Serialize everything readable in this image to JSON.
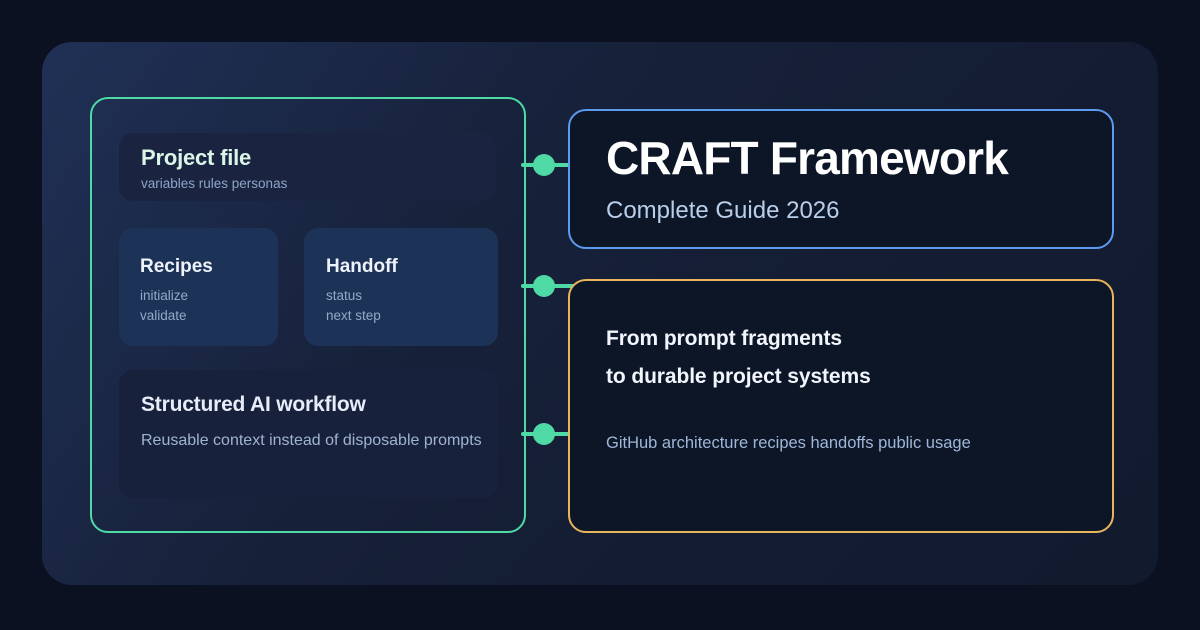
{
  "theme": {
    "background": "#0b1120",
    "panel_gradient_start": "#1a2746",
    "panel_gradient_end": "#121a2e",
    "accent_green": "#4fd9a5",
    "accent_blue": "#5b9bf0",
    "accent_orange": "#e8b45c",
    "card_dark": "#0c1627",
    "card_navy": "#1a2440",
    "card_navy_light": "#1d3257"
  },
  "left_group": {
    "project_card": {
      "title": "Project file",
      "subtitle": "variables rules personas"
    },
    "recipes_card": {
      "title": "Recipes",
      "lines": [
        "initialize",
        "validate"
      ]
    },
    "handoff_card": {
      "title": "Handoff",
      "lines": [
        "status",
        "next step"
      ]
    },
    "workflow_card": {
      "title": "Structured AI workflow",
      "subtitle": "Reusable context instead of disposable prompts"
    }
  },
  "connectors": [
    {
      "name": "connector-project-to-title"
    },
    {
      "name": "connector-recipes-to-pitch"
    },
    {
      "name": "connector-workflow-to-pitch"
    }
  ],
  "right_group": {
    "title_card": {
      "title": "CRAFT Framework",
      "subtitle": "Complete Guide 2026"
    },
    "pitch_card": {
      "headline_line_1": "From prompt fragments",
      "headline_line_2": "to durable project systems",
      "subtitle": "GitHub architecture recipes handoffs public usage"
    }
  }
}
